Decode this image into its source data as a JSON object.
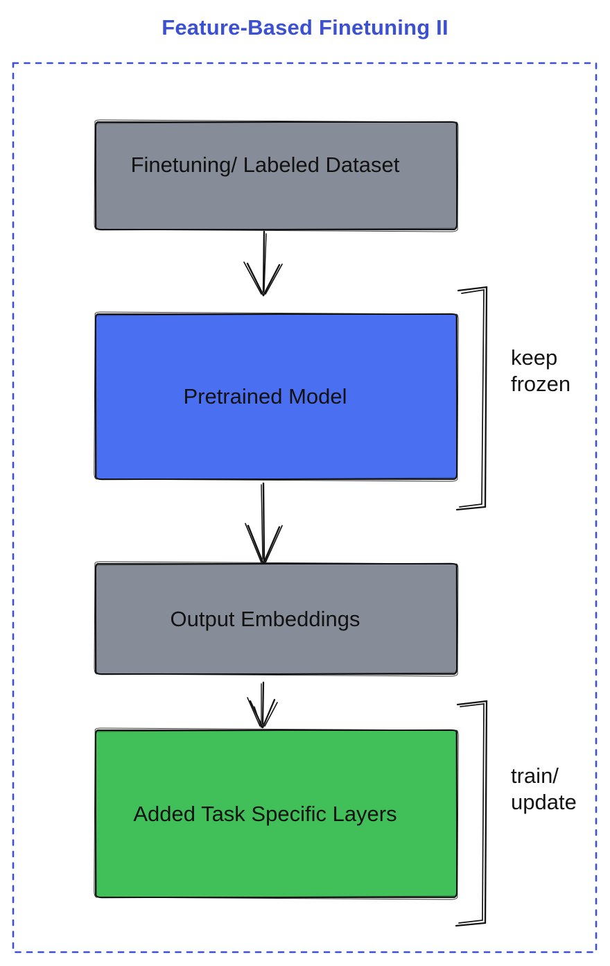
{
  "title": {
    "text": "Feature-Based Finetuning II"
  },
  "colors": {
    "accent": "#3b51d1",
    "ink": "#141414",
    "gray_fill": "#868d98",
    "blue_fill": "#4a6ff0",
    "green_fill": "#41bf59"
  },
  "diagram": {
    "nodes": [
      {
        "id": "finetuning-dataset",
        "label": "Finetuning/ Labeled Dataset",
        "fill": "#868d98"
      },
      {
        "id": "pretrained-model",
        "label": "Pretrained Model",
        "fill": "#4a6ff0"
      },
      {
        "id": "output-embeddings",
        "label": "Output Embeddings",
        "fill": "#868d98"
      },
      {
        "id": "added-task-layers",
        "label": "Added Task Specific Layers",
        "fill": "#41bf59"
      }
    ],
    "edges": [
      {
        "from": "finetuning-dataset",
        "to": "pretrained-model"
      },
      {
        "from": "pretrained-model",
        "to": "output-embeddings"
      },
      {
        "from": "output-embeddings",
        "to": "added-task-layers"
      }
    ],
    "annotations": [
      {
        "target": "pretrained-model",
        "line1": "keep",
        "line2": "frozen"
      },
      {
        "target": "added-task-layers",
        "line1": "train/",
        "line2": "update"
      }
    ]
  }
}
